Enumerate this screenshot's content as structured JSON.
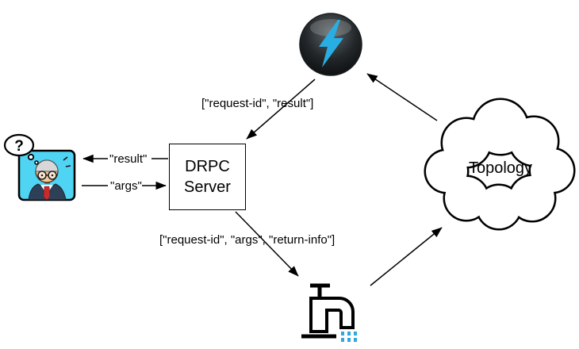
{
  "nodes": {
    "drpc_server": {
      "line1": "DRPC",
      "line2": "Server"
    },
    "topology": "Topology"
  },
  "labels": {
    "top_flow": "[\"request-id\", \"result\"]",
    "result": "\"result\"",
    "args": "\"args\"",
    "bottom_flow": "[\"request-id\", \"args\", \"return-info\"]",
    "thought": "?"
  },
  "icons": {
    "storm_logo": "storm-lightning-icon",
    "client": "thinking-user-icon",
    "spout": "faucet-spout-icon",
    "topology_cloud": "cloud-shape"
  },
  "colors": {
    "lightning": "#29AEE3",
    "lightning_edge": "#0E7FB0",
    "water": "#2FA8DC",
    "photo_bg": "#4FD4F3"
  }
}
